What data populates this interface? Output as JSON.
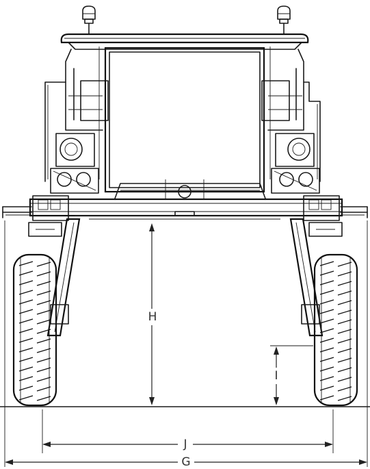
{
  "dimension_labels": {
    "overall_width": "G",
    "track_width": "J",
    "crop_clearance": "H",
    "axle_clearance": "I"
  }
}
